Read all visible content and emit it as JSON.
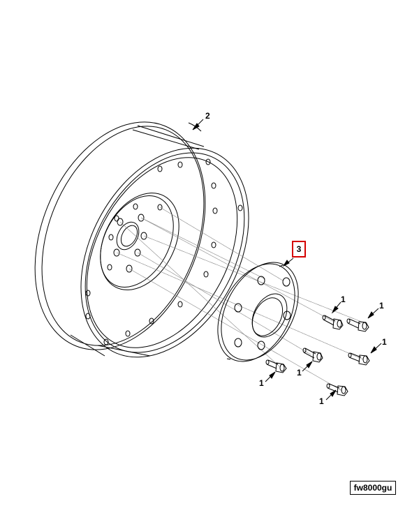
{
  "diagram": {
    "figure_id": "fw8000gu",
    "highlight_color": "#d40000",
    "callouts": [
      {
        "id": "flywheel",
        "label": "2"
      },
      {
        "id": "adapter-plate",
        "label": "3",
        "highlighted": true
      },
      {
        "id": "bolt-a",
        "label": "1"
      },
      {
        "id": "bolt-b",
        "label": "1"
      },
      {
        "id": "bolt-c",
        "label": "1"
      },
      {
        "id": "bolt-d",
        "label": "1"
      },
      {
        "id": "bolt-e",
        "label": "1"
      },
      {
        "id": "bolt-f",
        "label": "1"
      }
    ]
  }
}
